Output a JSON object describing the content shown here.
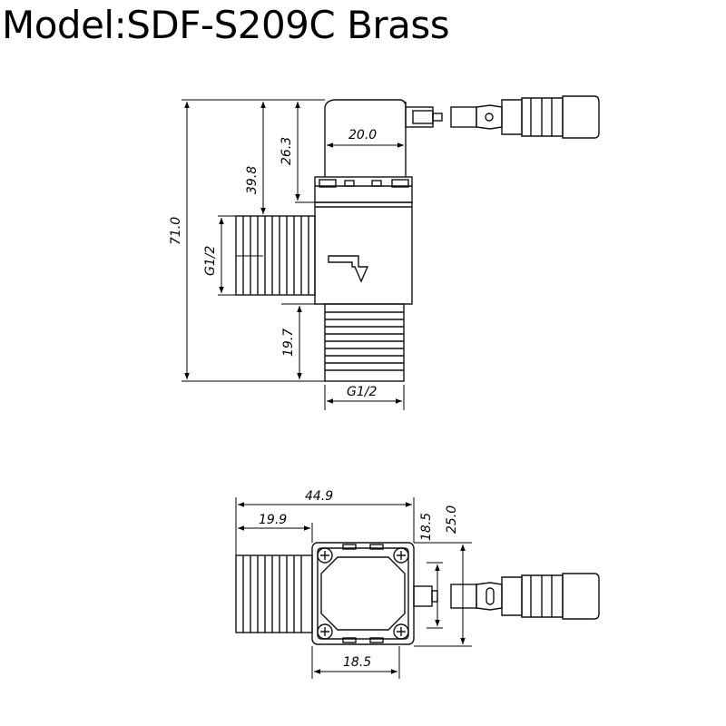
{
  "title": "Model:SDF-S209C Brass",
  "side_view": {
    "dims": {
      "d_20_0": "20.0",
      "d_26_3": "26.3",
      "d_39_8": "39.8",
      "d_71_0": "71.0",
      "d_g12_left": "G1/2",
      "d_19_7": "19.7",
      "d_g12_bottom": "G1/2"
    }
  },
  "top_view": {
    "dims": {
      "d_44_9": "44.9",
      "d_19_9": "19.9",
      "d_18_5_side": "18.5",
      "d_25_0": "25.0",
      "d_18_5_bottom": "18.5"
    }
  },
  "colors": {
    "line": "#111111",
    "background": "#ffffff"
  }
}
